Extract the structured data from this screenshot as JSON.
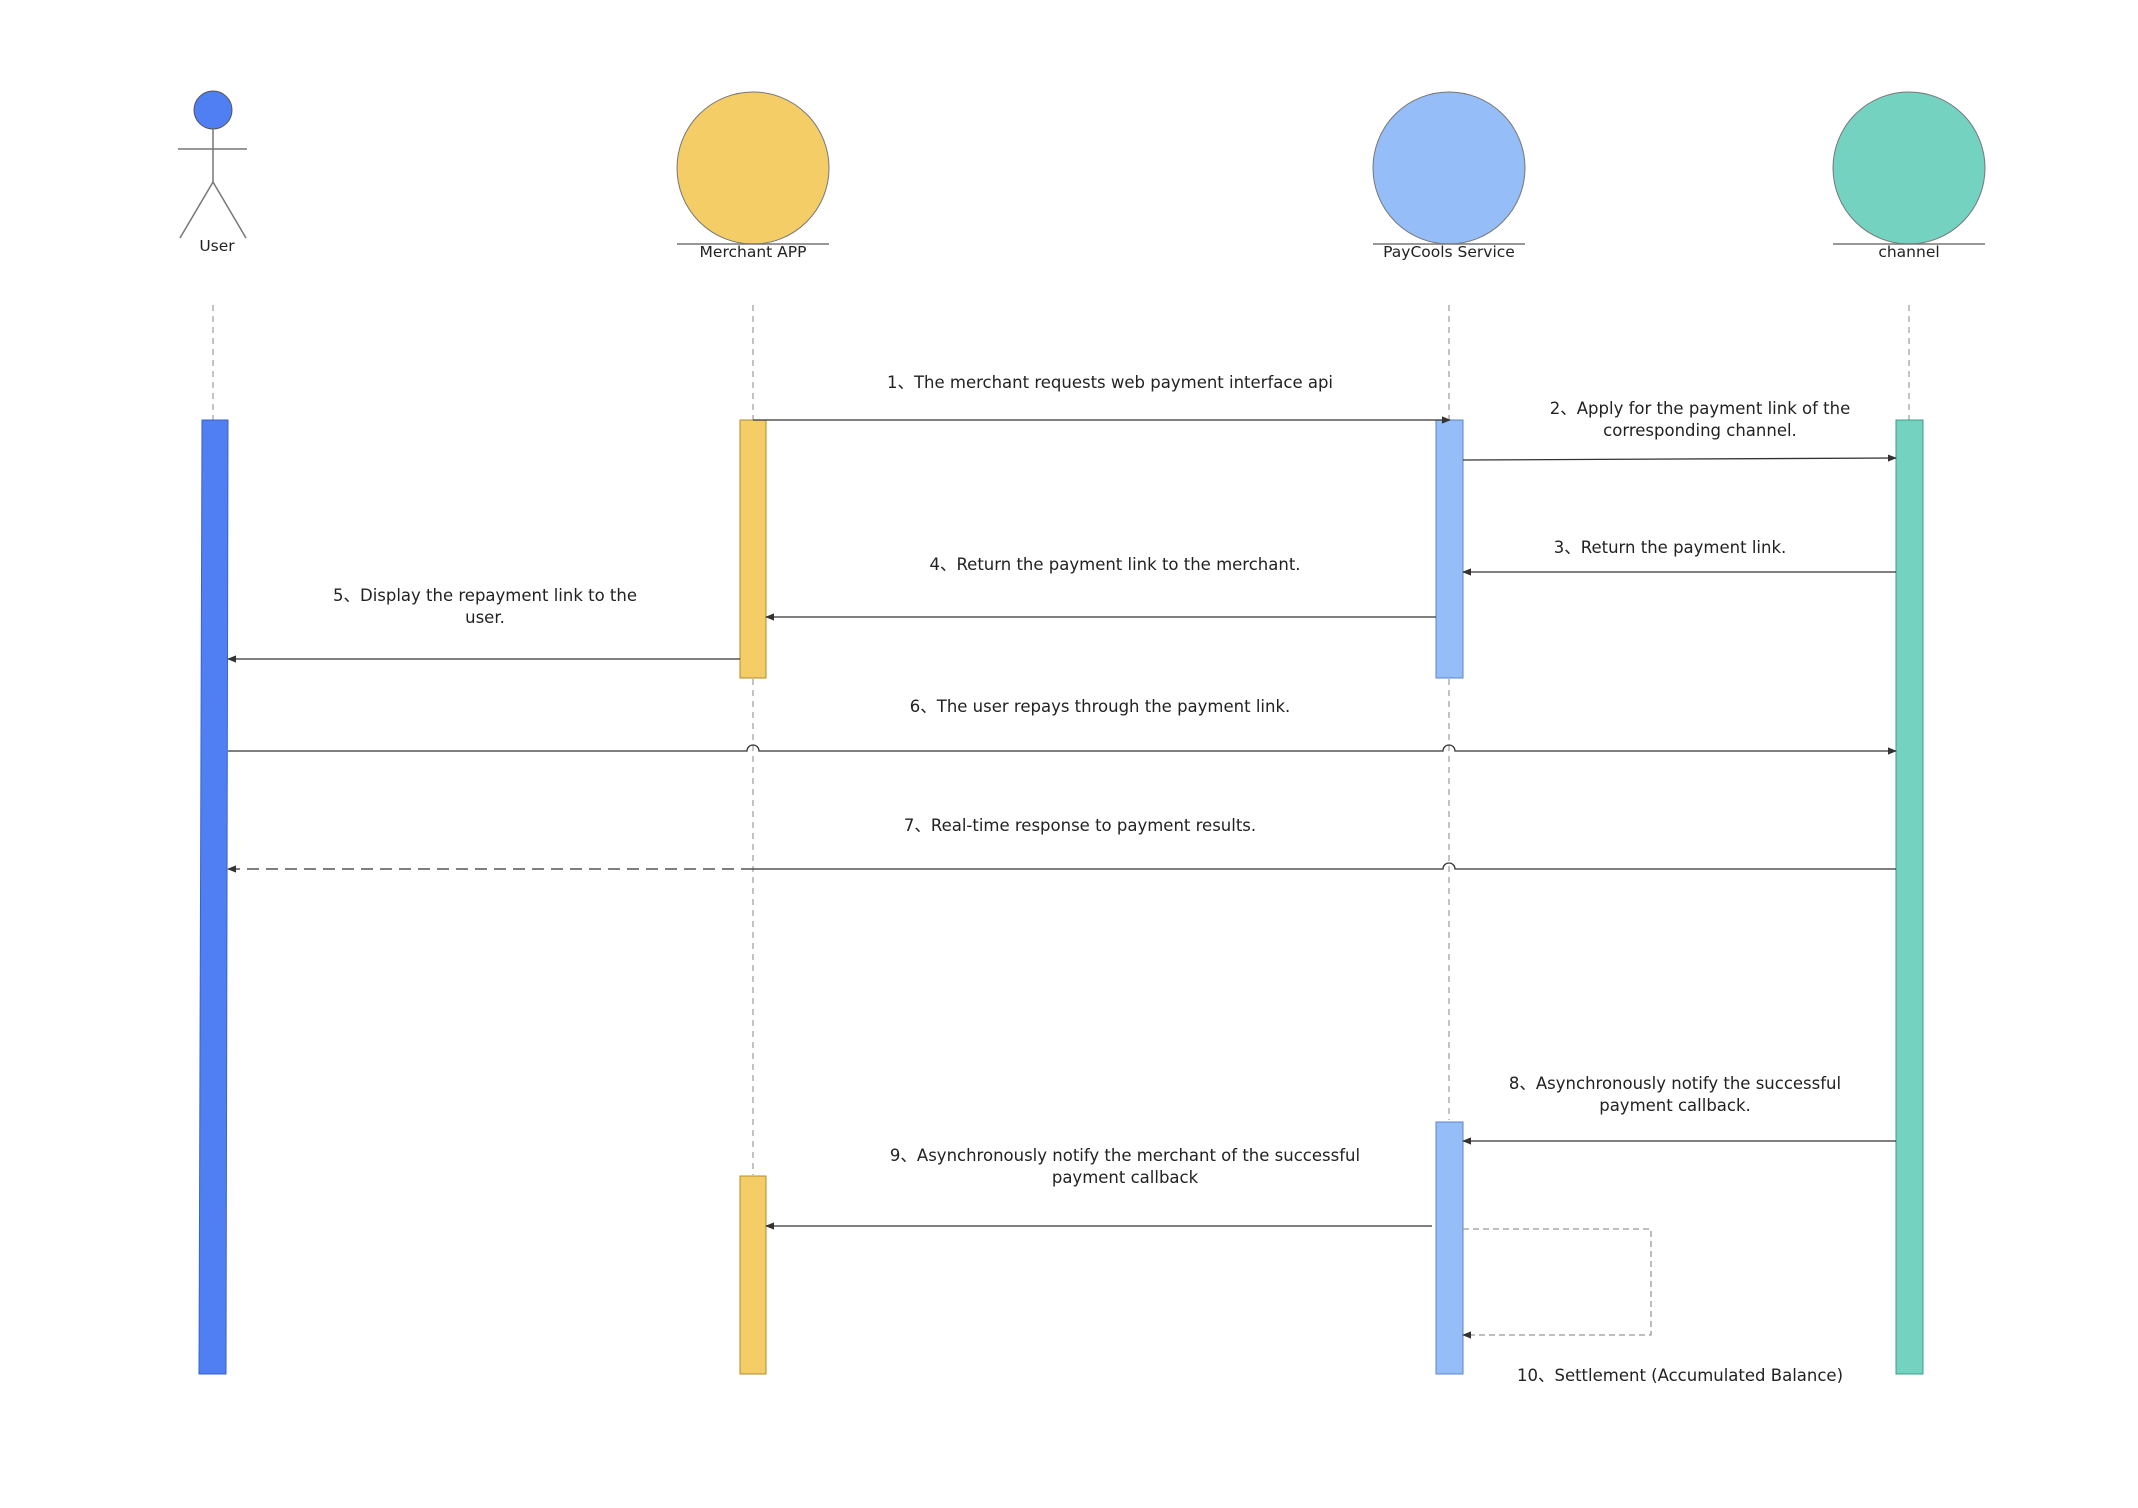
{
  "participants": {
    "user": {
      "name": "User",
      "color": "#4f7ff2"
    },
    "merchant": {
      "name": "Merchant APP",
      "color": "#f4cd67"
    },
    "paycools": {
      "name": "PayCools Service",
      "color": "#95bdf7"
    },
    "channel": {
      "name": "channel",
      "color": "#74d3c0"
    }
  },
  "messages": {
    "m1": "1、The merchant requests  web payment interface api",
    "m2": "2、Apply for the payment link of the corresponding channel.",
    "m3": "3、Return the payment link.",
    "m4": "4、Return the payment link to the merchant.",
    "m5": "5、Display the repayment link to the user.",
    "m6": "6、The user repays through the payment link.",
    "m7": "7、Real-time response to payment results.",
    "m8": "8、Asynchronously notify the successful payment callback.",
    "m9": "9、Asynchronously notify the merchant of the successful payment callback",
    "m10": "10、Settlement (Accumulated Balance)"
  }
}
